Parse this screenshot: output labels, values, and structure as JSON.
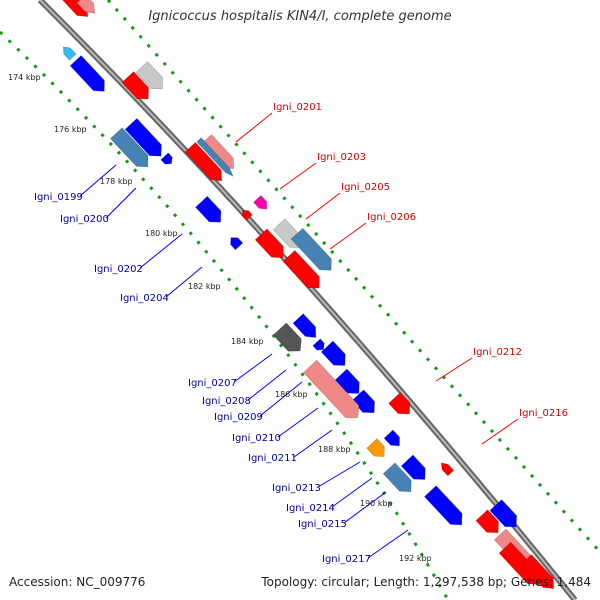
{
  "title": "Ignicoccus hospitalis KIN4/I, complete genome",
  "accession": "Accession: NC_009776",
  "summary": "Topology: circular; Length: 1,297,538 bp; Genes: 1,484",
  "colors": {
    "forward": "#ff0000",
    "forward_light": "#f08888",
    "reverse": "#0000ff",
    "reverse_light": "#4682b4",
    "grey": "#c8c8c8",
    "dark_grey": "#555555",
    "orange": "#ff9900",
    "magenta": "#ff00aa",
    "cyan": "#33bbee",
    "tick": "#119911",
    "label_forward": "#cc0000",
    "label_reverse": "#000099",
    "backbone": "#8a8a8a"
  },
  "scale_labels": [
    "174 kbp",
    "176 kbp",
    "178 kbp",
    "180 kbp",
    "182 kbp",
    "184 kbp",
    "186 kbp",
    "188 kbp",
    "190 kbp",
    "192 kbp"
  ],
  "gene_labels": [
    {
      "text": "Igni_0199",
      "strand": "reverse"
    },
    {
      "text": "Igni_0200",
      "strand": "reverse"
    },
    {
      "text": "Igni_0201",
      "strand": "forward"
    },
    {
      "text": "Igni_0202",
      "strand": "reverse"
    },
    {
      "text": "Igni_0203",
      "strand": "forward"
    },
    {
      "text": "Igni_0204",
      "strand": "reverse"
    },
    {
      "text": "Igni_0205",
      "strand": "forward"
    },
    {
      "text": "Igni_0206",
      "strand": "forward"
    },
    {
      "text": "Igni_0207",
      "strand": "reverse"
    },
    {
      "text": "Igni_0208",
      "strand": "reverse"
    },
    {
      "text": "Igni_0209",
      "strand": "reverse"
    },
    {
      "text": "Igni_0210",
      "strand": "reverse"
    },
    {
      "text": "Igni_0211",
      "strand": "reverse"
    },
    {
      "text": "Igni_0212",
      "strand": "forward"
    },
    {
      "text": "Igni_0213",
      "strand": "reverse"
    },
    {
      "text": "Igni_0214",
      "strand": "reverse"
    },
    {
      "text": "Igni_0215",
      "strand": "reverse"
    },
    {
      "text": "Igni_0216",
      "strand": "forward"
    },
    {
      "text": "Igni_0217",
      "strand": "reverse"
    }
  ]
}
